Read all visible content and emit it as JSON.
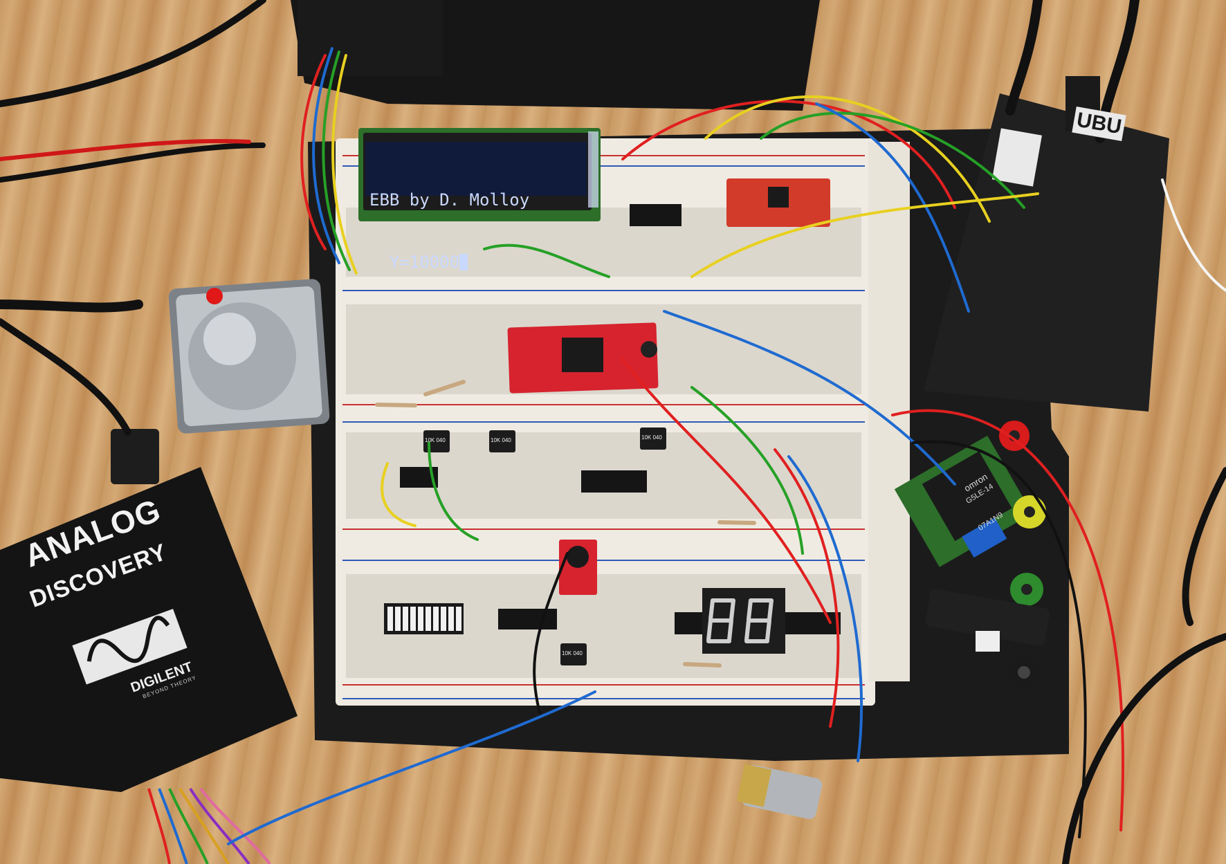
{
  "lcd": {
    "line1": "EBB by D. Molloy",
    "line2": "  Y=10000"
  },
  "device": {
    "brand_line1": "ANALOG",
    "brand_line2": "DISCOVERY",
    "maker": "DIGILENT",
    "maker_tagline": "BEYOND THEORY"
  },
  "board_label": "UBU",
  "relay": {
    "brand": "omron",
    "line2": "G5LE-14",
    "line3": "07A1N9"
  },
  "pot_labels": [
    "10K 040",
    "10K 040",
    "10K 040",
    "10K 040"
  ],
  "colors": {
    "desk": "#c99a64",
    "breadboard": "#efebe2",
    "lcd_bezel": "#1c1c1c",
    "lcd_text": "#c9d8ff",
    "pcb_red": "#d6232e",
    "device_black": "#141414"
  }
}
